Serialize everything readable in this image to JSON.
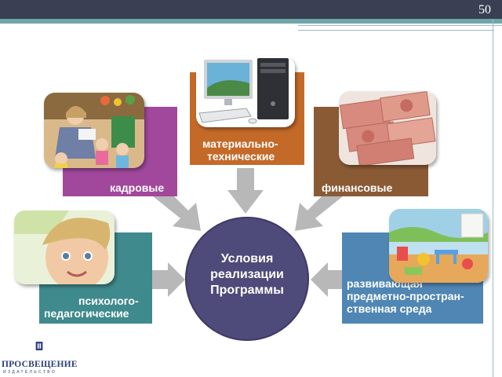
{
  "slide": {
    "page_number": "50"
  },
  "center": {
    "line1": "Условия",
    "line2": "реализации",
    "line3": "Программы"
  },
  "conditions": {
    "kadrovye": "кадровые",
    "mat_line1": "материально-",
    "mat_line2": "технические",
    "finansovye": "финансовые",
    "psych_line1": "психолого-",
    "psych_line2": "педагогические",
    "env_line1": "развивающая",
    "env_line2": "предметно-простран-",
    "env_line3": "ственная среда"
  },
  "colors": {
    "purple": "#a1489c",
    "orange": "#c46a29",
    "brown": "#8a5a35",
    "teal": "#3f8a8c",
    "blue": "#4f86b4",
    "center": "#4e4a7a",
    "arrow": "#b8b8b8"
  },
  "logo": {
    "name": "ПРОСВЕЩЕНИЕ",
    "subtitle": "ИЗДАТЕЛЬСТВО"
  }
}
